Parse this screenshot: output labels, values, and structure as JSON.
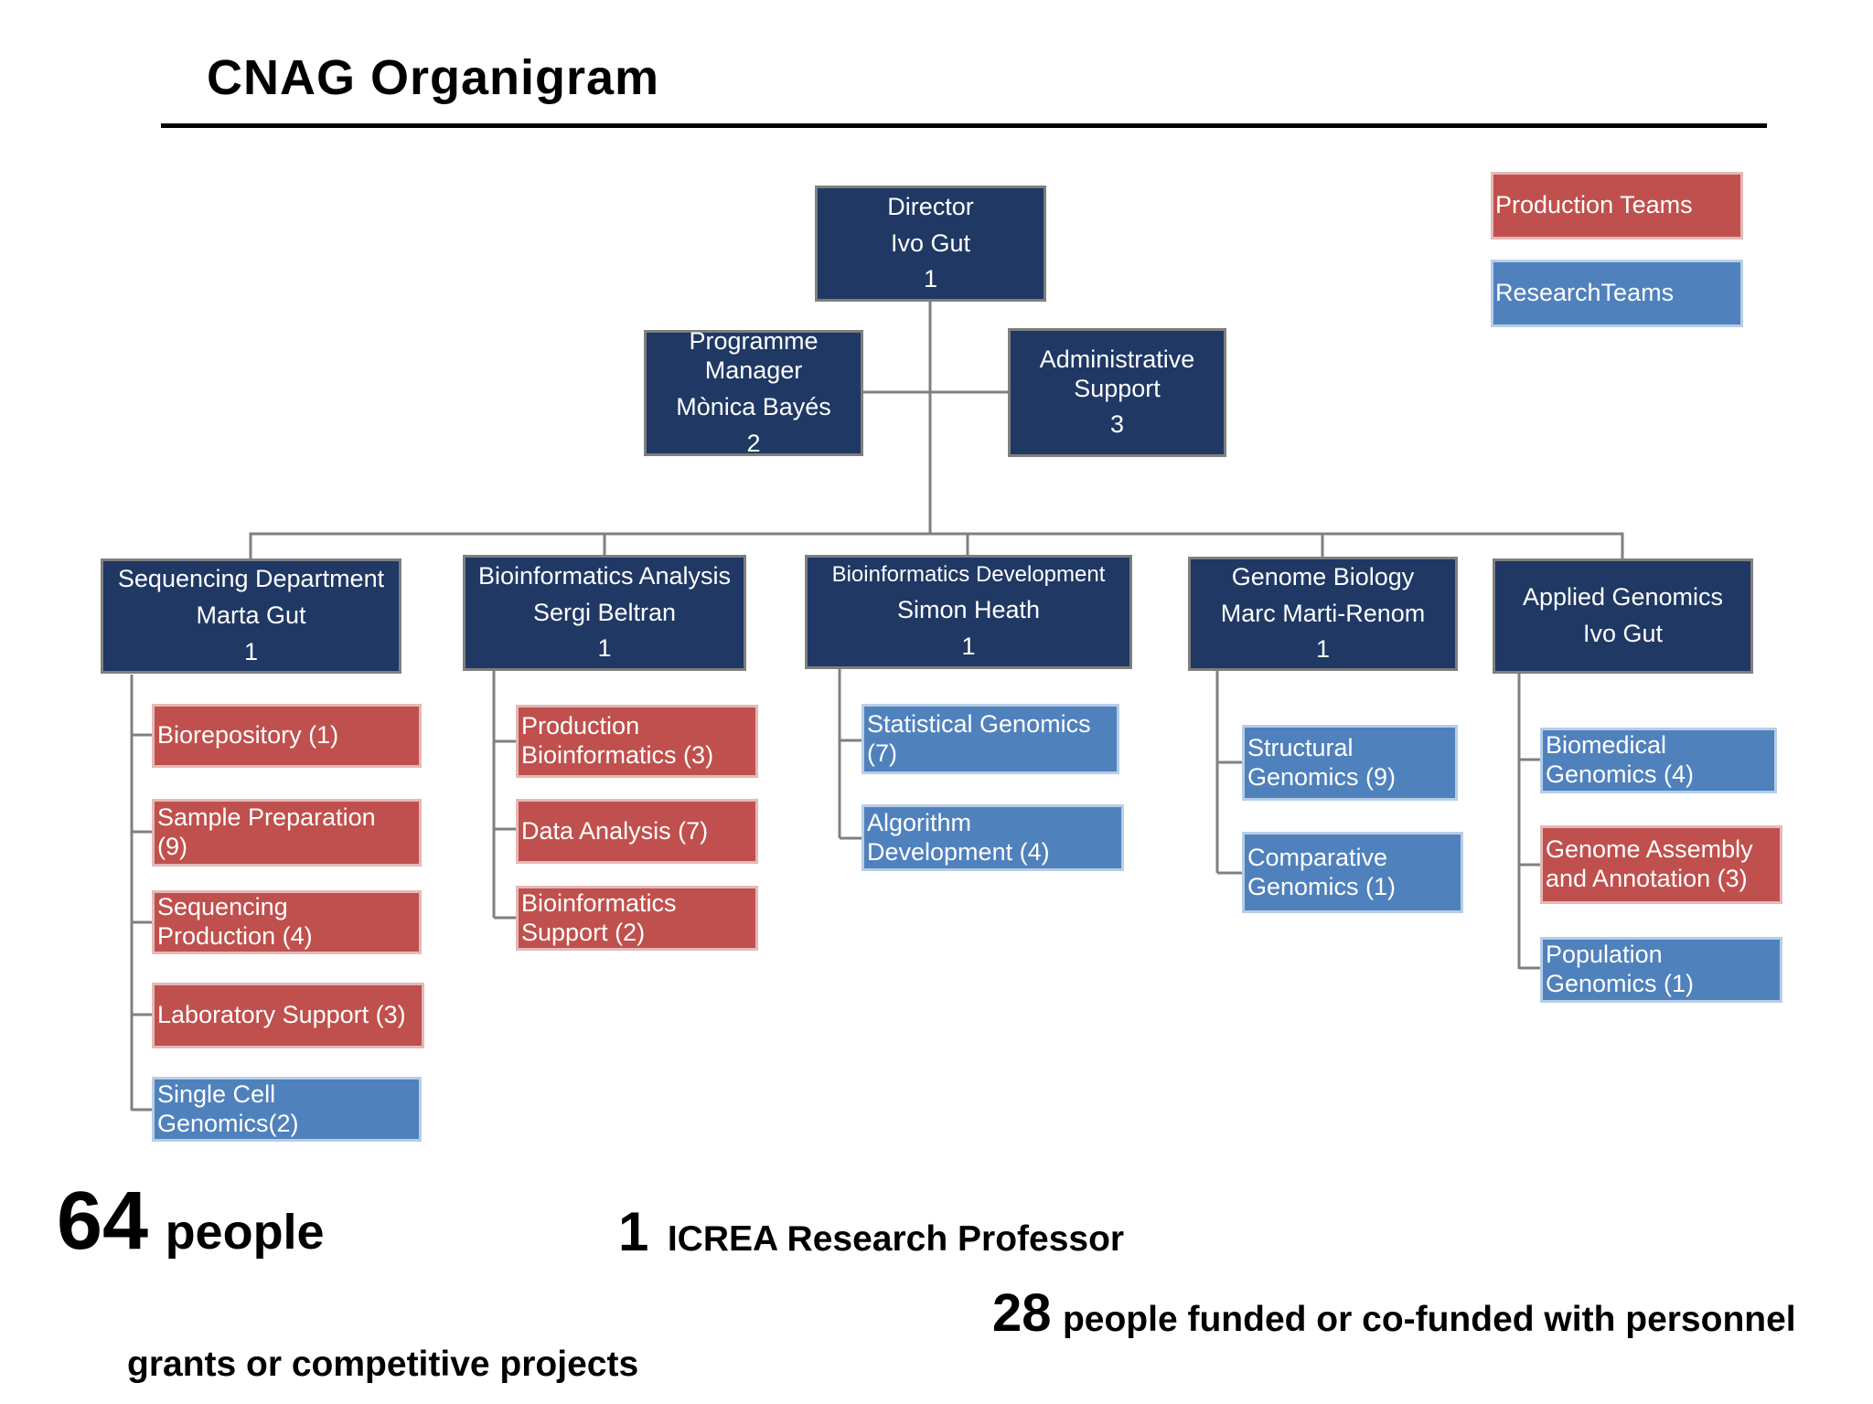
{
  "title": "CNAG Organigram",
  "legend": {
    "production": "Production Teams",
    "research": "ResearchTeams",
    "production_color": "#c0504d",
    "research_color": "#4f81bd"
  },
  "director": {
    "role": "Director",
    "name": "Ivo Gut",
    "count": "1"
  },
  "programme_manager": {
    "role_line1": "Programme",
    "role_line2": "Manager",
    "name": "Mònica Bayés",
    "count": "2"
  },
  "admin_support": {
    "role_line1": "Administrative",
    "role_line2": "Support",
    "count": "3"
  },
  "departments": [
    {
      "name": "Sequencing Department",
      "head": "Marta Gut",
      "count": "1"
    },
    {
      "name": "Bioinformatics Analysis",
      "head": "Sergi Beltran",
      "count": "1"
    },
    {
      "name": "Bioinformatics Development",
      "head": "Simon Heath",
      "count": "1"
    },
    {
      "name": "Genome Biology",
      "head": "Marc Marti-Renom",
      "count": "1"
    },
    {
      "name": "Applied Genomics",
      "head": "Ivo Gut"
    }
  ],
  "teams": {
    "sequencing": [
      {
        "lines": [
          "Biorepository (1)"
        ],
        "type": "production"
      },
      {
        "lines": [
          "Sample Preparation",
          "(9)"
        ],
        "type": "production"
      },
      {
        "lines": [
          "Sequencing",
          "Production (4)"
        ],
        "type": "production"
      },
      {
        "lines": [
          "Laboratory Support (3)"
        ],
        "type": "production"
      },
      {
        "lines": [
          "Single Cell",
          "Genomics(2)"
        ],
        "type": "research"
      }
    ],
    "bioinf_analysis": [
      {
        "lines": [
          "Production",
          "Bioinformatics (3)"
        ],
        "type": "production"
      },
      {
        "lines": [
          "Data Analysis (7)"
        ],
        "type": "production"
      },
      {
        "lines": [
          "Bioinformatics",
          "Support (2)"
        ],
        "type": "production"
      }
    ],
    "bioinf_development": [
      {
        "lines": [
          "Statistical Genomics",
          "(7)"
        ],
        "type": "research"
      },
      {
        "lines": [
          "Algorithm",
          "Development (4)"
        ],
        "type": "research"
      }
    ],
    "genome_biology": [
      {
        "lines": [
          "Structural",
          "Genomics (9)"
        ],
        "type": "research"
      },
      {
        "lines": [
          "Comparative",
          "Genomics (1)"
        ],
        "type": "research"
      }
    ],
    "applied_genomics": [
      {
        "lines": [
          "Biomedical",
          "Genomics (4)"
        ],
        "type": "research"
      },
      {
        "lines": [
          "Genome Assembly",
          "and Annotation (3)"
        ],
        "type": "production"
      },
      {
        "lines": [
          "Population",
          "Genomics (1)"
        ],
        "type": "research"
      }
    ]
  },
  "stats": {
    "people_num": "64",
    "people_label": "people",
    "icrea_num": "1",
    "icrea_label": "ICREA Research Professor",
    "funded_num": "28",
    "funded_label": "people funded or co-funded with personnel",
    "funded_label_cont": "grants or competitive projects"
  }
}
